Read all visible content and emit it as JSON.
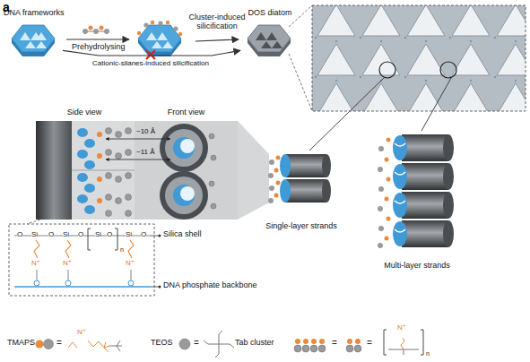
{
  "diagram": {
    "nodes": [
      {
        "text": [
          "DNA frameworks"
        ]
      },
      {
        "text": [
          "DOS diatom"
        ]
      },
      {
        "text": [
          "Side view"
        ]
      },
      {
        "text": [
          "Front view"
        ]
      },
      {
        "text": [
          "Single-layer strands"
        ]
      },
      {
        "text": [
          "Multi-layer strands"
        ]
      }
    ],
    "edges": [
      {
        "from": 0,
        "to": 1,
        "arrow": "to",
        "label": "Cationic-silanes-induced silicification"
      }
    ],
    "labels": [
      "a",
      "Prehydrolysing",
      "Cluster-induced silicification",
      "~10 Å",
      "~11 Å",
      "Silica shell",
      "DNA phosphate backbone",
      "O",
      "Si",
      "O",
      "Si",
      "O",
      "Si",
      "O",
      "Si",
      "O",
      "n",
      "N⁺",
      "N⁺",
      "N⁺",
      "N⁺",
      "N⁺",
      "n",
      "=",
      "=",
      "=",
      "="
    ],
    "legend": [
      {
        "text": "TMAPS"
      },
      {
        "text": "TEOS"
      },
      {
        "text": "Tab cluster"
      }
    ]
  }
}
